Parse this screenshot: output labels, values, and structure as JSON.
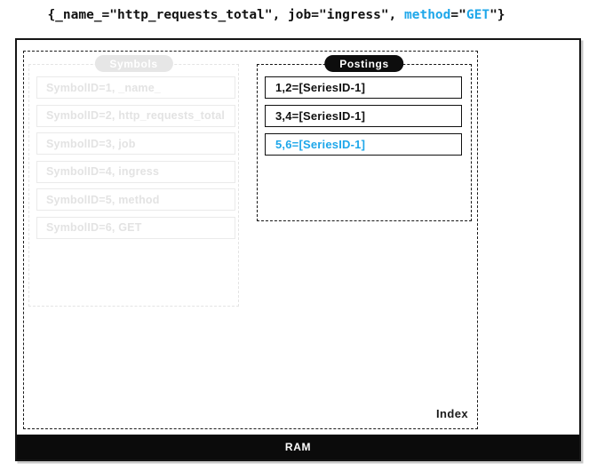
{
  "title": {
    "part1": "{_name_=\"http_requests_total\", job=\"ingress\", ",
    "part2": "method",
    "part3": "=\"",
    "part4": "GET",
    "part5": "\"}"
  },
  "colors": {
    "accent-blue": "#1EA7EA",
    "ink-black": "#121212",
    "muted-border": "#E4E4E4",
    "muted-text": "#E3E3E3",
    "muted-badge": "#E6E6E6"
  },
  "index": {
    "label": "Index",
    "symbols": {
      "badge": "Symbols",
      "rows": [
        "SymbolID=1, _name_",
        "SymbolID=2, http_requests_total",
        "SymbolID=3, job",
        "SymbolID=4, ingress",
        "SymbolID=5, method",
        "SymbolID=6, GET"
      ]
    },
    "postings": {
      "badge": "Postings",
      "rows": [
        {
          "text": "1,2=[SeriesID-1]",
          "highlight": false
        },
        {
          "text": "3,4=[SeriesID-1]",
          "highlight": false
        },
        {
          "text": "5,6=[SeriesID-1]",
          "highlight": true
        }
      ]
    }
  },
  "ram": {
    "label": "RAM"
  }
}
